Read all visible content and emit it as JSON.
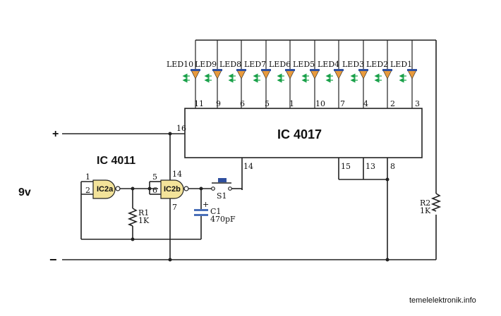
{
  "ic_main": {
    "label": "IC 4017",
    "pins_top": [
      "11",
      "9",
      "6",
      "5",
      "1",
      "10",
      "7",
      "4",
      "2",
      "3"
    ],
    "pins_side": {
      "supply": "16",
      "clock": "14",
      "reset": "15",
      "enable": "13",
      "gnd": "8"
    }
  },
  "ic_gate": {
    "label": "IC 4011",
    "gate_a": "IC2a",
    "gate_b": "IC2b",
    "pins": {
      "a_in1": "1",
      "a_in2": "2",
      "b_in1": "5",
      "b_in2": "6",
      "vdd": "14",
      "vss": "7"
    }
  },
  "leds": [
    "LED10",
    "LED9",
    "LED8",
    "LED7",
    "LED6",
    "LED5",
    "LED4",
    "LED3",
    "LED2",
    "LED1"
  ],
  "components": {
    "r1": {
      "name": "R1",
      "value": "1K"
    },
    "r2": {
      "name": "R2",
      "value": "1K"
    },
    "c1": {
      "name": "C1",
      "value": "470pF",
      "polarity": "+"
    },
    "s1": {
      "name": "S1"
    }
  },
  "supply": {
    "plus": "+",
    "minus": "−",
    "voltage": "9v"
  },
  "credit": "temelelektronik.info",
  "colors": {
    "gate_fill": "#f3e39a",
    "led_fill": "#e89a3c",
    "led_bar": "#2f4f9e",
    "arrow": "#1aa14a",
    "cap_bar": "#4a6fb8"
  }
}
